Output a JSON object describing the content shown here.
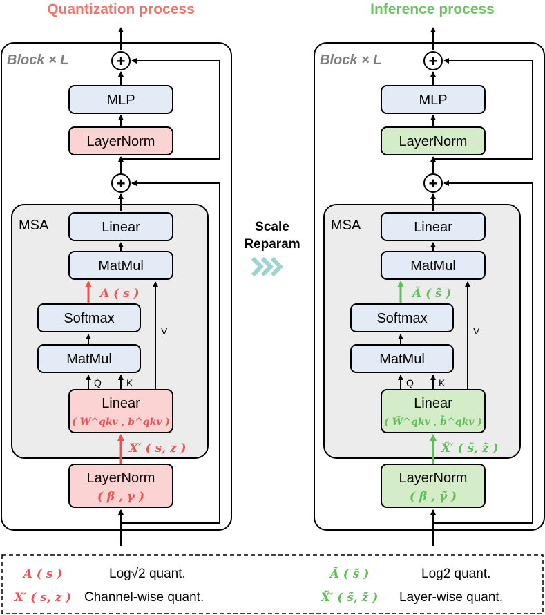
{
  "titles": {
    "left": "Quantization process",
    "right": "Inference process"
  },
  "middle": {
    "scale": "Scale",
    "reparam": "Reparam"
  },
  "block_label": "Block × L",
  "msa_label": "MSA",
  "nodes": {
    "mlp": "MLP",
    "layernorm": "LayerNorm",
    "linear": "Linear",
    "matmul": "MatMul",
    "softmax": "Softmax"
  },
  "small_labels": {
    "q": "Q",
    "k": "K",
    "v": "V",
    "plus": "+"
  },
  "quant_annotations": {
    "attn": "A ( s )",
    "input": "X′ ( s,  z )",
    "weights": "( W^qkv ,  b^qkv )",
    "ln_params": "( β , γ )"
  },
  "infer_annotations": {
    "attn": "Ã ( s̃ )",
    "input": "X̃′ ( s̃,  z̃ )",
    "weights": "( W̃^qkv ,  b̃^qkv )",
    "ln_params": "( β̃ , γ̃ )"
  },
  "legend": {
    "left": [
      {
        "symbol": "A ( s )",
        "text": "Log√2 quant."
      },
      {
        "symbol": "X′ ( s,  z )",
        "text": "Channel-wise quant."
      }
    ],
    "right": [
      {
        "symbol": "Ã ( s̃ )",
        "text": "Log2 quant."
      },
      {
        "symbol": "X̃′ ( s̃,  z̃ )",
        "text": "Layer-wise quant."
      }
    ]
  },
  "colors": {
    "quant_red": "#f05050",
    "quant_red_fill": "#fbd3d3",
    "infer_green": "#5cbf55",
    "infer_green_fill": "#d5ecc9",
    "node_blue_fill": "#e3ebf6",
    "msa_gray_fill": "#ececec",
    "chevron_teal": "#9fd3cf",
    "block_label_gray": "#7f7f7f"
  }
}
